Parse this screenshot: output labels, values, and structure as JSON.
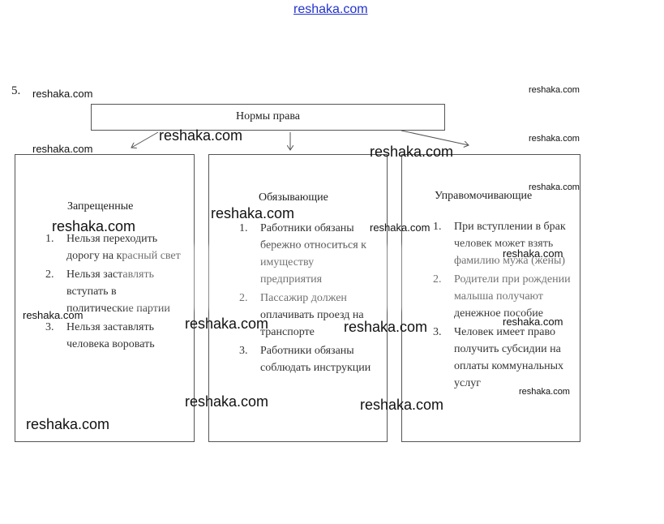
{
  "watermark": "reshaka.com",
  "task_number": "5.",
  "root": {
    "label": "Нормы права"
  },
  "columns": [
    {
      "title": "Запрещенные",
      "items": [
        {
          "num": "1.",
          "text": "Нельзя переходить дорогу на красный свет"
        },
        {
          "num": "2.",
          "text": "Нельзя заставлять вступать в политические партии"
        },
        {
          "num": "3.",
          "text": "Нельзя заставлять человека воровать"
        }
      ]
    },
    {
      "title": "Обязывающие",
      "items": [
        {
          "num": "1.",
          "text": "Работники обязаны бережно относиться к имуществу предприятия"
        },
        {
          "num": "2.",
          "text": "Пассажир должен оплачивать проезд на транспорте"
        },
        {
          "num": "3.",
          "text": "Работники обязаны соблюдать инструкции"
        }
      ]
    },
    {
      "title": "Управомочивающие",
      "items": [
        {
          "num": "1.",
          "text": "При вступлении в брак человек может взять фамилию мужа (жены)"
        },
        {
          "num": "2.",
          "text": "Родители при рождении малыша получают денежное пособие"
        },
        {
          "num": "3.",
          "text": "Человек имеет право получить субсидии на оплаты коммунальных услуг"
        }
      ]
    }
  ],
  "colors": {
    "line": "#555555",
    "watermark_link": "#2233cc"
  }
}
